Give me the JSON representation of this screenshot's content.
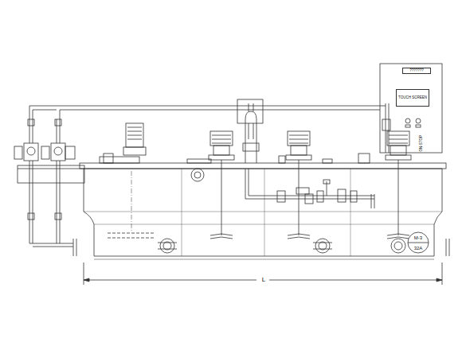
{
  "diagram": {
    "nodes": [
      {
        "text": [
          "???????"
        ]
      },
      {
        "text": [
          "TOUCH SCREEN"
        ]
      },
      {
        "text": [
          "M-3",
          "32A"
        ]
      }
    ],
    "labels": [
      "ON-STOP",
      "L"
    ]
  }
}
